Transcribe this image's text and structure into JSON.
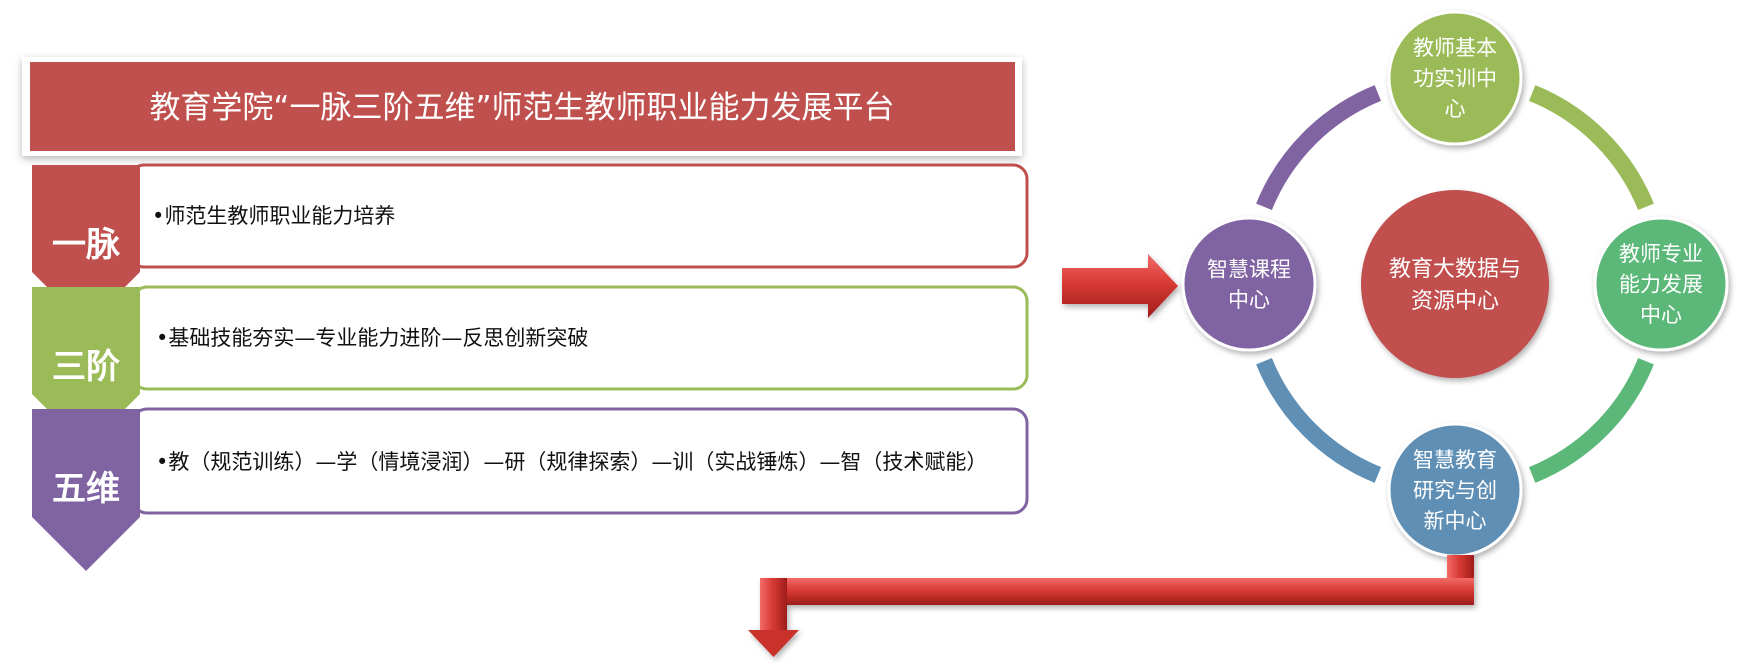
{
  "header": {
    "title": "教育学院“一脉三阶五维”师范生教师职业能力发展平台"
  },
  "levels": [
    {
      "label": "一脉",
      "text": "•师范生教师职业能力培养",
      "color": "#c0504d"
    },
    {
      "label": "三阶",
      "text": "•基础技能夯实—专业能力进阶—反思创新突破",
      "color": "#9bbb59"
    },
    {
      "label": "五维",
      "text": "•教（规范训练）—学（情境浸润）—研（规律探索）—训（实战锤炼）—智（技术赋能）",
      "color": "#8064a2"
    }
  ],
  "cycle": {
    "center": {
      "lines": [
        "教育大数据与",
        "资源中心"
      ],
      "color": "#c0504d"
    },
    "nodes": [
      {
        "id": "top",
        "lines": [
          "教师基本",
          "功实训中",
          "心"
        ],
        "color": "#9bbb59"
      },
      {
        "id": "right",
        "lines": [
          "教师专业",
          "能力发展",
          "中心"
        ],
        "color": "#5cb878"
      },
      {
        "id": "bottom",
        "lines": [
          "智慧教育",
          "研究与创",
          "新中心"
        ],
        "color": "#5f8fb4"
      },
      {
        "id": "left",
        "lines": [
          "智慧课程",
          "中心"
        ],
        "color": "#8064a2"
      }
    ],
    "arc_colors": [
      "#9bbb59",
      "#5cb878",
      "#5f8fb4",
      "#8064a2"
    ]
  },
  "arrow_color": "#c9302c"
}
